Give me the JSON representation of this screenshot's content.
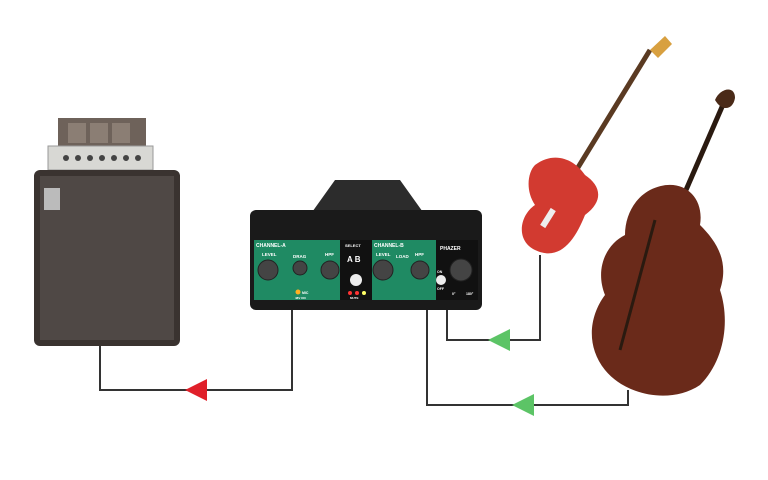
{
  "device": {
    "brand_label": "PHAZER",
    "channel_a": "CHANNEL-A",
    "channel_b": "CHANNEL-B",
    "level": "LEVEL",
    "drag": "DRAG",
    "hpf": "HPF",
    "load": "LOAD",
    "select": "SELECT",
    "ab": "A B",
    "on": "ON",
    "off": "OFF",
    "mic": "MIC",
    "phantom": "48V ON",
    "mute": "MUTE",
    "deg0": "0°",
    "deg180": "180°"
  },
  "colors": {
    "panel": "#1f8a63",
    "cable": "#333333",
    "output_arrow": "#e0202a",
    "input_arrow": "#5cc466"
  }
}
